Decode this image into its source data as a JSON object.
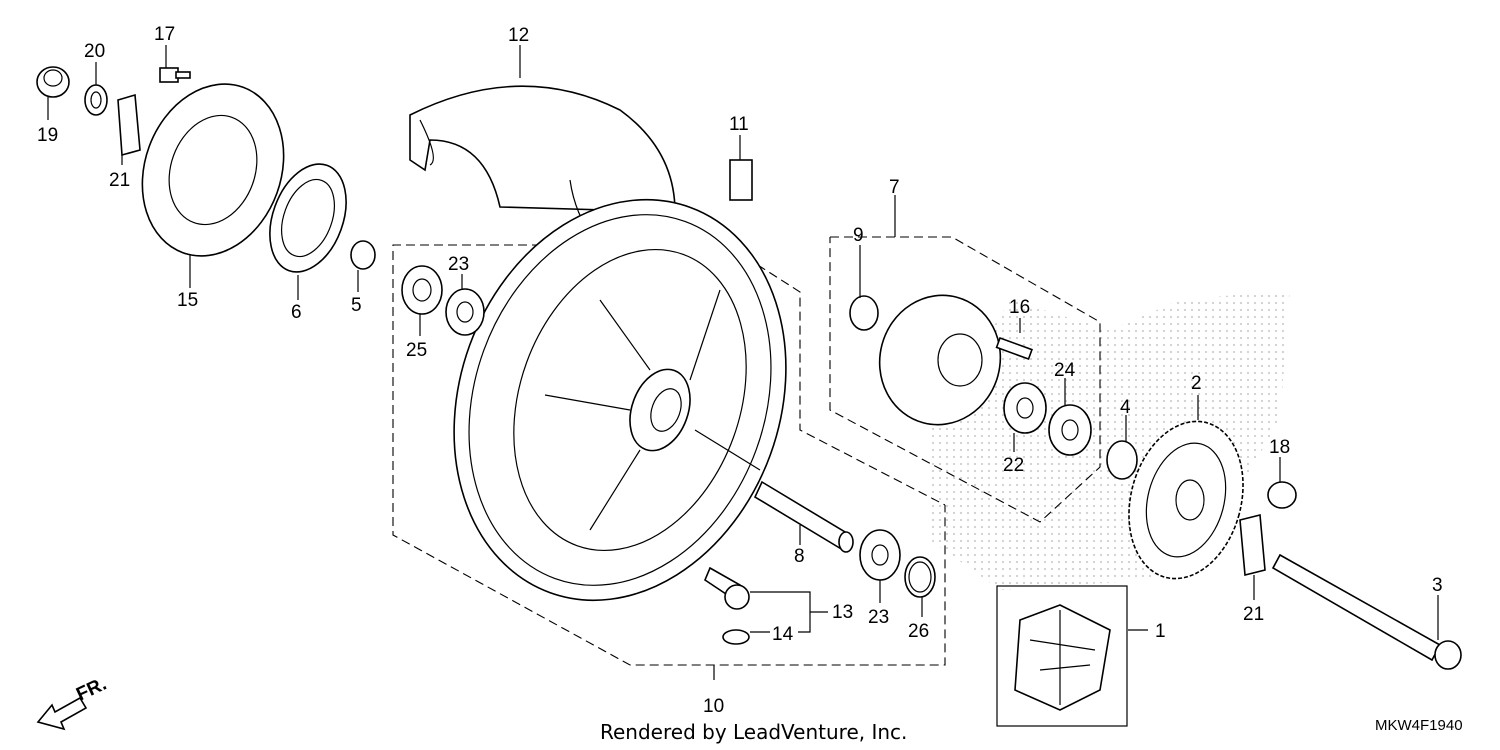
{
  "diagram": {
    "callouts": [
      {
        "id": "c1",
        "label": "1"
      },
      {
        "id": "c2",
        "label": "2"
      },
      {
        "id": "c3",
        "label": "3"
      },
      {
        "id": "c4",
        "label": "4"
      },
      {
        "id": "c5",
        "label": "5"
      },
      {
        "id": "c6",
        "label": "6"
      },
      {
        "id": "c7",
        "label": "7"
      },
      {
        "id": "c8",
        "label": "8"
      },
      {
        "id": "c9",
        "label": "9"
      },
      {
        "id": "c10",
        "label": "10"
      },
      {
        "id": "c11",
        "label": "11"
      },
      {
        "id": "c12",
        "label": "12"
      },
      {
        "id": "c13",
        "label": "13"
      },
      {
        "id": "c14",
        "label": "14"
      },
      {
        "id": "c15",
        "label": "15"
      },
      {
        "id": "c16",
        "label": "16"
      },
      {
        "id": "c17",
        "label": "17"
      },
      {
        "id": "c18",
        "label": "18"
      },
      {
        "id": "c19",
        "label": "19"
      },
      {
        "id": "c20",
        "label": "20"
      },
      {
        "id": "c21a",
        "label": "21"
      },
      {
        "id": "c21b",
        "label": "21"
      },
      {
        "id": "c22",
        "label": "22"
      },
      {
        "id": "c23a",
        "label": "23"
      },
      {
        "id": "c23b",
        "label": "23"
      },
      {
        "id": "c24",
        "label": "24"
      },
      {
        "id": "c25",
        "label": "25"
      },
      {
        "id": "c26",
        "label": "26"
      }
    ],
    "direction_label": "FR.",
    "credit": "Rendered by LeadVenture, Inc.",
    "diagram_code": "MKW4F1940",
    "colors": {
      "line": "#000000",
      "background": "#ffffff",
      "watermark": "#d9d9d9"
    }
  }
}
